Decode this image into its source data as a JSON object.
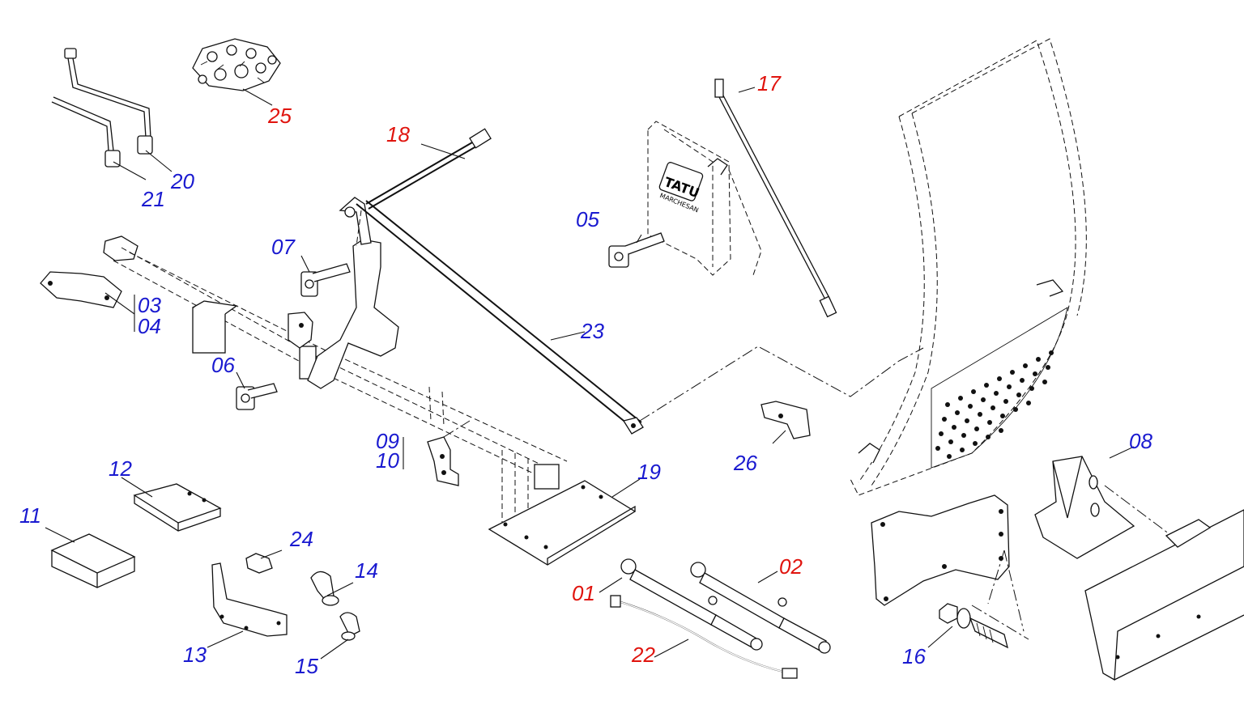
{
  "colors": {
    "blue_label": "#1a1ad0",
    "red_label": "#e0140e",
    "line": "#111111",
    "background": "#ffffff"
  },
  "drawing": {
    "logo_text": "TATU",
    "logo_subtext": "MARCHESAN"
  },
  "labels": {
    "p01": "01",
    "p02": "02",
    "p03": "03",
    "p04": "04",
    "p05": "05",
    "p06": "06",
    "p07": "07",
    "p08": "08",
    "p09": "09",
    "p10": "10",
    "p11": "11",
    "p12": "12",
    "p13": "13",
    "p14": "14",
    "p15": "15",
    "p16": "16",
    "p17": "17",
    "p18": "18",
    "p19": "19",
    "p20": "20",
    "p21": "21",
    "p22": "22",
    "p23": "23",
    "p24": "24",
    "p25": "25",
    "p26": "26"
  }
}
